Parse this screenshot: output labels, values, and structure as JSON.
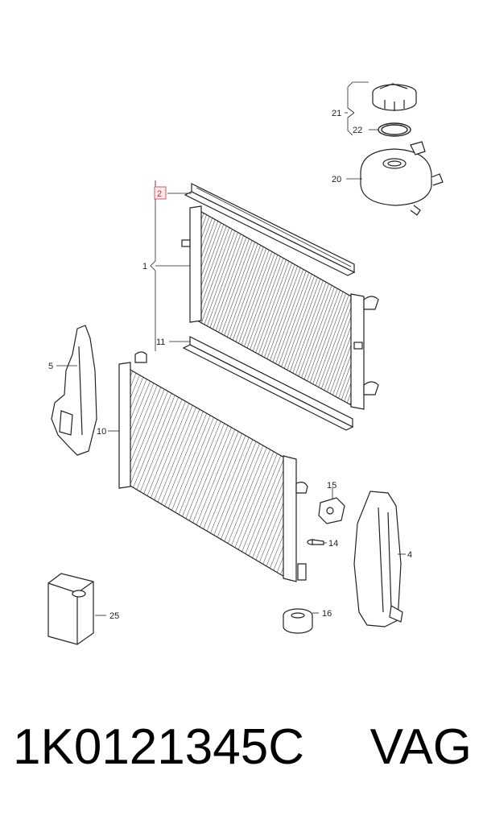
{
  "diagram": {
    "callouts": [
      "21",
      "22",
      "20",
      "2",
      "1",
      "11",
      "5",
      "10",
      "15",
      "14",
      "4",
      "25",
      "16"
    ],
    "highlighted": "2"
  },
  "footer": {
    "part_number": "1K0121345C",
    "brand": "VAG"
  },
  "colors": {
    "highlight": "#d85a5a",
    "line": "#222222"
  }
}
